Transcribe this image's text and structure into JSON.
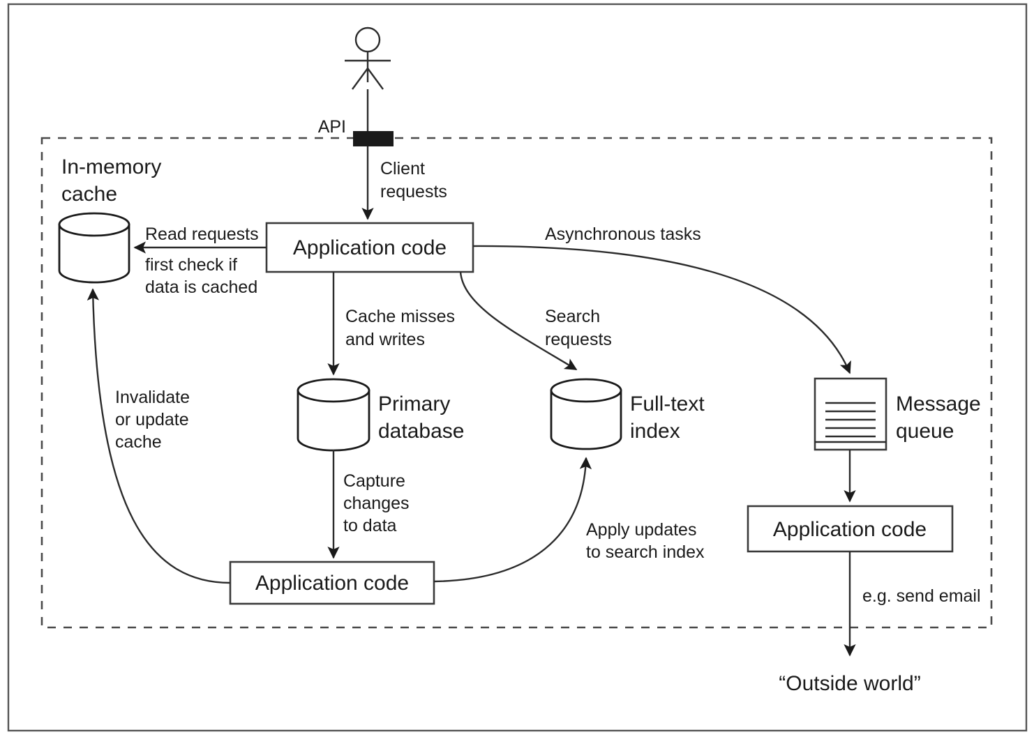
{
  "diagram": {
    "title": "Data system architecture with caching, search index and message queue",
    "boundary_label": "system boundary (dashed)",
    "colors": {
      "stroke": "#2b2b2b",
      "text": "#1a1a1a",
      "frame": "#555555",
      "background": "#ffffff",
      "api_bar": "#1a1a1a"
    },
    "actor": {
      "name": "client-actor",
      "api_label": "API",
      "request_label_line1": "Client",
      "request_label_line2": "requests"
    },
    "nodes": [
      {
        "id": "in-memory-cache",
        "type": "cylinder",
        "label_line1": "In-memory",
        "label_line2": "cache"
      },
      {
        "id": "application-code-top",
        "type": "box",
        "label": "Application code"
      },
      {
        "id": "primary-database",
        "type": "cylinder",
        "label_line1": "Primary",
        "label_line2": "database"
      },
      {
        "id": "full-text-index",
        "type": "cylinder",
        "label_line1": "Full-text",
        "label_line2": "index"
      },
      {
        "id": "message-queue",
        "type": "document",
        "label_line1": "Message",
        "label_line2": "queue"
      },
      {
        "id": "application-code-bottom-left",
        "type": "box",
        "label": "Application code"
      },
      {
        "id": "application-code-bottom-right",
        "type": "box",
        "label": "Application code"
      },
      {
        "id": "outside-world",
        "type": "text",
        "label": "“Outside world”"
      }
    ],
    "edges": [
      {
        "id": "client-to-app",
        "from": "client-actor",
        "to": "application-code-top",
        "label_line1": "Client",
        "label_line2": "requests"
      },
      {
        "id": "app-to-cache",
        "from": "application-code-top",
        "to": "in-memory-cache",
        "label_line1": "Read requests",
        "label_line2": "first check if",
        "label_line3": "data is cached"
      },
      {
        "id": "app-to-database",
        "from": "application-code-top",
        "to": "primary-database",
        "label_line1": "Cache misses",
        "label_line2": "and writes"
      },
      {
        "id": "app-to-index",
        "from": "application-code-top",
        "to": "full-text-index",
        "label_line1": "Search",
        "label_line2": "requests"
      },
      {
        "id": "app-to-queue",
        "from": "application-code-top",
        "to": "message-queue",
        "label_line1": "Asynchronous tasks"
      },
      {
        "id": "database-to-app-bottom",
        "from": "primary-database",
        "to": "application-code-bottom-left",
        "label_line1": "Capture",
        "label_line2": "changes",
        "label_line3": "to data"
      },
      {
        "id": "app-bottom-to-cache",
        "from": "application-code-bottom-left",
        "to": "in-memory-cache",
        "label_line1": "Invalidate",
        "label_line2": "or update",
        "label_line3": "cache"
      },
      {
        "id": "app-bottom-to-index",
        "from": "application-code-bottom-left",
        "to": "full-text-index",
        "label_line1": "Apply updates",
        "label_line2": "to search index"
      },
      {
        "id": "queue-to-app-right",
        "from": "message-queue",
        "to": "application-code-bottom-right",
        "label_line1": ""
      },
      {
        "id": "app-right-to-outside",
        "from": "application-code-bottom-right",
        "to": "outside-world",
        "label_line1": "e.g. send email"
      }
    ]
  }
}
